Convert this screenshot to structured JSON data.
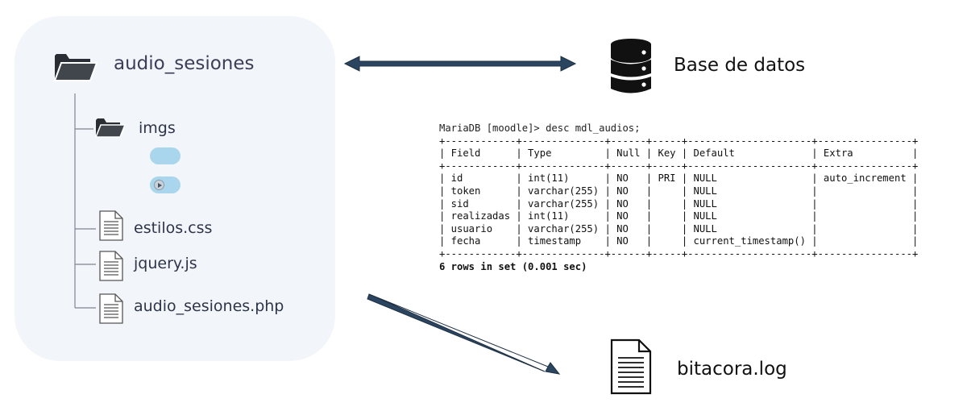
{
  "tree": {
    "root": "audio_sesiones",
    "folder": "imgs",
    "files": [
      "estilos.css",
      "jquery.js",
      "audio_sesiones.php"
    ]
  },
  "database": {
    "label": "Base de datos",
    "prompt": "MariaDB [moodle]> desc mdl_audios;",
    "columns": [
      "Field",
      "Type",
      "Null",
      "Key",
      "Default",
      "Extra"
    ],
    "rows": [
      [
        "id",
        "int(11)",
        "NO",
        "PRI",
        "NULL",
        "auto_increment"
      ],
      [
        "token",
        "varchar(255)",
        "NO",
        "",
        "NULL",
        ""
      ],
      [
        "sid",
        "varchar(255)",
        "NO",
        "",
        "NULL",
        ""
      ],
      [
        "realizadas",
        "int(11)",
        "NO",
        "",
        "NULL",
        ""
      ],
      [
        "usuario",
        "varchar(255)",
        "NO",
        "",
        "NULL",
        ""
      ],
      [
        "fecha",
        "timestamp",
        "NO",
        "",
        "current_timestamp()",
        ""
      ]
    ],
    "footer": "6 rows in set (0.001 sec)"
  },
  "log": {
    "label": "bitacora.log"
  },
  "colors": {
    "arrow": "#2b4560",
    "panel": "#f2f5fa",
    "pill": "#a9d6ec"
  },
  "icons": [
    "folder-icon",
    "database-icon",
    "file-icon",
    "toggle-pill-icon",
    "play-icon"
  ]
}
